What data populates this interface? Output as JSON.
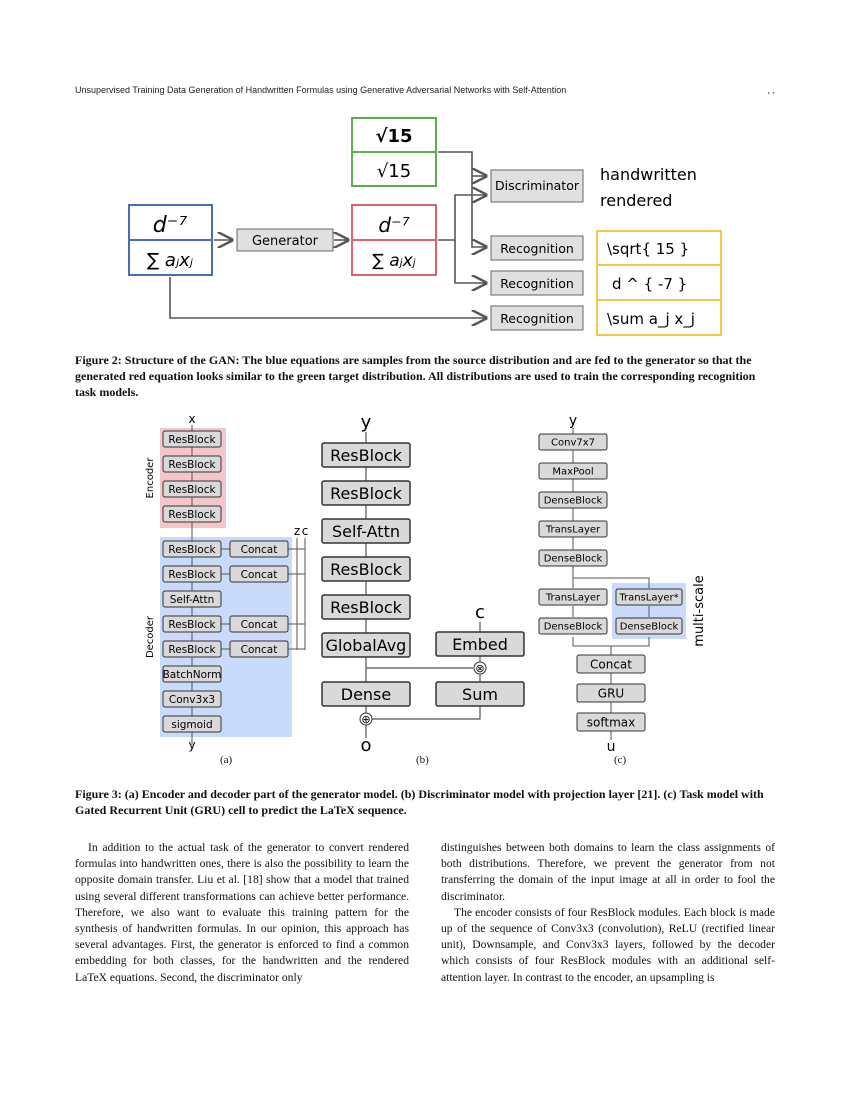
{
  "header": {
    "title": "Unsupervised Training Data Generation of Handwritten Formulas using Generative Adversarial Networks with Self-Attention",
    "right": ", ,"
  },
  "fig2": {
    "source_eq_top": "d⁻⁷",
    "source_eq_bottom": "∑ aⱼxⱼ",
    "generator": "Generator",
    "gen_eq_top": "d⁻⁷",
    "gen_eq_bottom": "∑ aⱼxⱼ",
    "target_eq_top": "√15",
    "target_eq_bottom": "√15",
    "discriminator": "Discriminator",
    "recognition": "Recognition",
    "handwritten": "handwritten",
    "rendered": "rendered",
    "latex1": "\\sqrt{ 15 }",
    "latex2": "d ^ { -7 }",
    "latex3": "\\sum a_j x_j",
    "colors": {
      "source": "#4a6bb8",
      "generated": "#d9666f",
      "target": "#5cae4f",
      "output": "#f2c94c"
    }
  },
  "fig2_caption": "Figure 2: Structure of the GAN: The blue equations are samples from the source distribution and are fed to the generator so that the generated red equation looks similar to the green target distribution. All distributions are used to train the corresponding recognition task models.",
  "fig3": {
    "a": {
      "x_label": "x",
      "encoder_label": "Encoder",
      "decoder_label": "Decoder",
      "encoder_blocks": [
        "ResBlock",
        "ResBlock",
        "ResBlock",
        "ResBlock"
      ],
      "decoder_blocks": [
        "ResBlock",
        "ResBlock",
        "Self-Attn",
        "ResBlock",
        "ResBlock",
        "BatchNorm",
        "Conv3x3",
        "sigmoid"
      ],
      "concat": "Concat",
      "z": "z",
      "c": "c",
      "y_label": "y",
      "sub": "(a)"
    },
    "b": {
      "y_label": "y",
      "blocks": [
        "ResBlock",
        "ResBlock",
        "Self-Attn",
        "ResBlock",
        "ResBlock",
        "GlobalAvg"
      ],
      "dense": "Dense",
      "c_label": "c",
      "embed": "Embed",
      "sum": "Sum",
      "o_label": "o",
      "mult": "⊗",
      "plus": "⊕",
      "sub": "(b)"
    },
    "c": {
      "y_label": "y",
      "blocks": [
        "Conv7x7",
        "MaxPool",
        "DenseBlock",
        "TransLayer",
        "DenseBlock"
      ],
      "left_pair": [
        "TransLayer",
        "DenseBlock"
      ],
      "right_pair": [
        "TransLayer*",
        "DenseBlock"
      ],
      "multi_scale": "multi-scale",
      "bottom": [
        "Concat",
        "GRU",
        "softmax"
      ],
      "u_label": "u",
      "sub": "(c)"
    }
  },
  "fig3_caption": "Figure 3: (a) Encoder and decoder part of the generator model. (b) Discriminator model with projection layer [21]. (c) Task model with Gated Recurrent Unit (GRU) cell to predict the LaTeX sequence.",
  "body": {
    "left_col": "In addition to the actual task of the generator to convert rendered formulas into handwritten ones, there is also the possibility to learn the opposite domain transfer. Liu et al. [18] show that a model that trained using several different transformations can achieve better performance. Therefore, we also want to evaluate this training pattern for the synthesis of handwritten formulas. In our opinion, this approach has several advantages. First, the generator is enforced to find a common embedding for both classes, for the handwritten and the rendered LaTeX equations. Second, the discriminator only",
    "right_col_p1": "distinguishes between both domains to learn the class assignments of both distributions. Therefore, we prevent the generator from not transferring the domain of the input image at all in order to fool the discriminator.",
    "right_col_p2": "The encoder consists of four ResBlock modules. Each block is made up of the sequence of Conv3x3 (convolution), ReLU (rectified linear unit), Downsample, and Conv3x3 layers, followed by the decoder which consists of four ResBlock modules with an additional self-attention layer. In contrast to the encoder, an upsampling is"
  }
}
